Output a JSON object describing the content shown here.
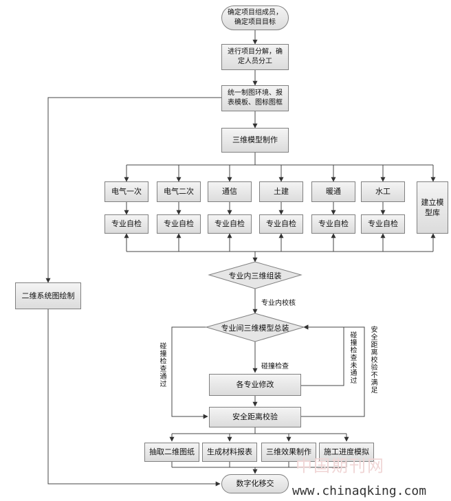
{
  "start": {
    "line1": "确定项目组成员，",
    "line2": "确定项目目标"
  },
  "step_decompose": {
    "line1": "进行项目分解，确",
    "line2": "定人员分工"
  },
  "step_unify": {
    "line1": "统一制图环境、报",
    "line2": "表模板、图标图框"
  },
  "step_model": "三维模型制作",
  "disciplines": [
    {
      "name": "电气一次",
      "check": "专业自检"
    },
    {
      "name": "电气二次",
      "check": "专业自检"
    },
    {
      "name": "通信",
      "check": "专业自检"
    },
    {
      "name": "土建",
      "check": "专业自检"
    },
    {
      "name": "暖通",
      "check": "专业自检"
    },
    {
      "name": "水工",
      "check": "专业自检"
    }
  ],
  "library": {
    "line1": "建立模",
    "line2": "型库"
  },
  "system_drawing": "二维系统图绘制",
  "decision_intra": "专业内三维组装",
  "label_intra_check": "专业内校核",
  "decision_inter": "专业间三维模型总装",
  "label_collision_check": "碰撞检查",
  "label_collision_pass": "碰撞检查通过",
  "label_collision_fail": "碰撞检查未通过",
  "label_safety_fail": "安全距离校验不满足",
  "step_modify": "各专业修改",
  "step_safety": "安全距离校验",
  "outputs": [
    "抽取二维图纸",
    "生成材料报表",
    "三维效果制作",
    "施工进度模拟"
  ],
  "end": "数字化移交",
  "watermark_cn": "中国期刊网",
  "watermark_url": "www.chinaqking.com"
}
